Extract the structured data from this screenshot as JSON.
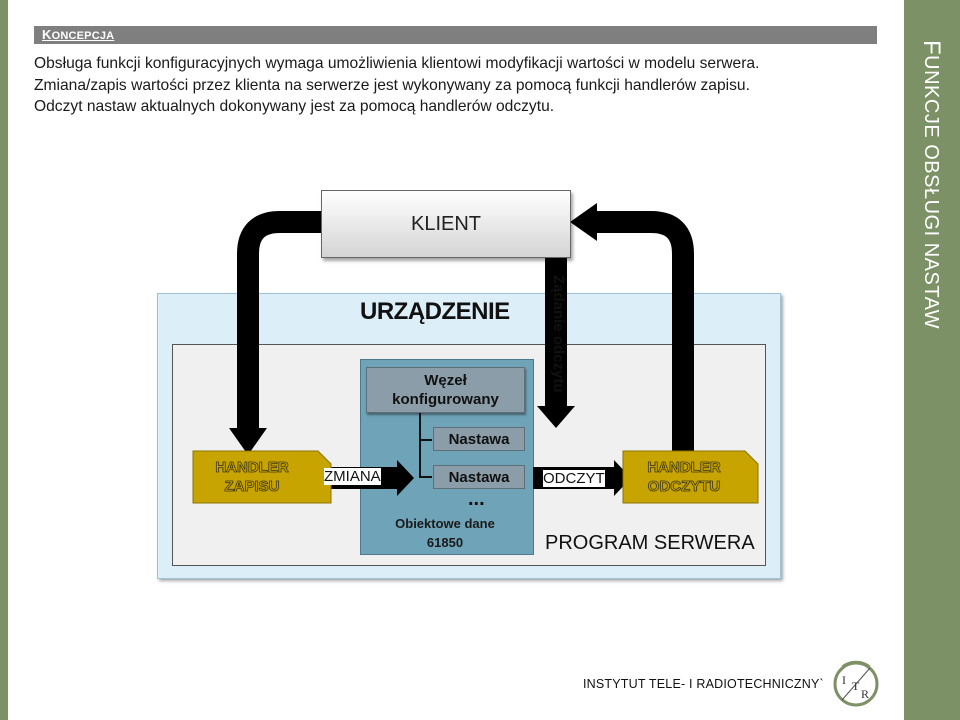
{
  "header": {
    "section_title_first": "K",
    "section_title_rest": "ONCEPCJA"
  },
  "body": {
    "lines": [
      "Obsługa funkcji konfiguracyjnych wymaga umożliwienia klientowi modyfikacji wartości w modelu serwera.",
      "Zmiana/zapis wartości przez klienta na serwerze jest wykonywany za pomocą funkcji handlerów zapisu.",
      "Odczyt nastaw aktualnych dokonywany jest za pomocą handlerów odczytu."
    ]
  },
  "sidebar": {
    "title_first": "F",
    "title_rest": "UNKCJE OBSŁUGI NASTAW"
  },
  "diagram": {
    "client": "KLIENT",
    "device": "URZĄDZENIE",
    "read_request": "Żądanie odczytu",
    "node_line1": "Węzeł",
    "node_line2": "konfigurowany",
    "param1": "Nastawa",
    "param2": "Nastawa",
    "ellipsis": "...",
    "data_line1": "Obiektowe dane",
    "data_line2": "61850",
    "handler_write_line1": "HANDLER",
    "handler_write_line2": "ZAPISU",
    "handler_read_line1": "HANDLER",
    "handler_read_line2": "ODCZYTU",
    "change": "ZMIANA",
    "read": "ODCZYT",
    "server_program": "PROGRAM SERWERA",
    "colors": {
      "handler_fill": "#c8a400",
      "data_fill": "#6fa3b7",
      "device_fill": "#dceef7",
      "accent_green": "#7d9167"
    }
  },
  "footer": {
    "institute": "INSTYTUT  TELE- I RADIOTECHNICZNY`",
    "logo_text": "ITR"
  }
}
